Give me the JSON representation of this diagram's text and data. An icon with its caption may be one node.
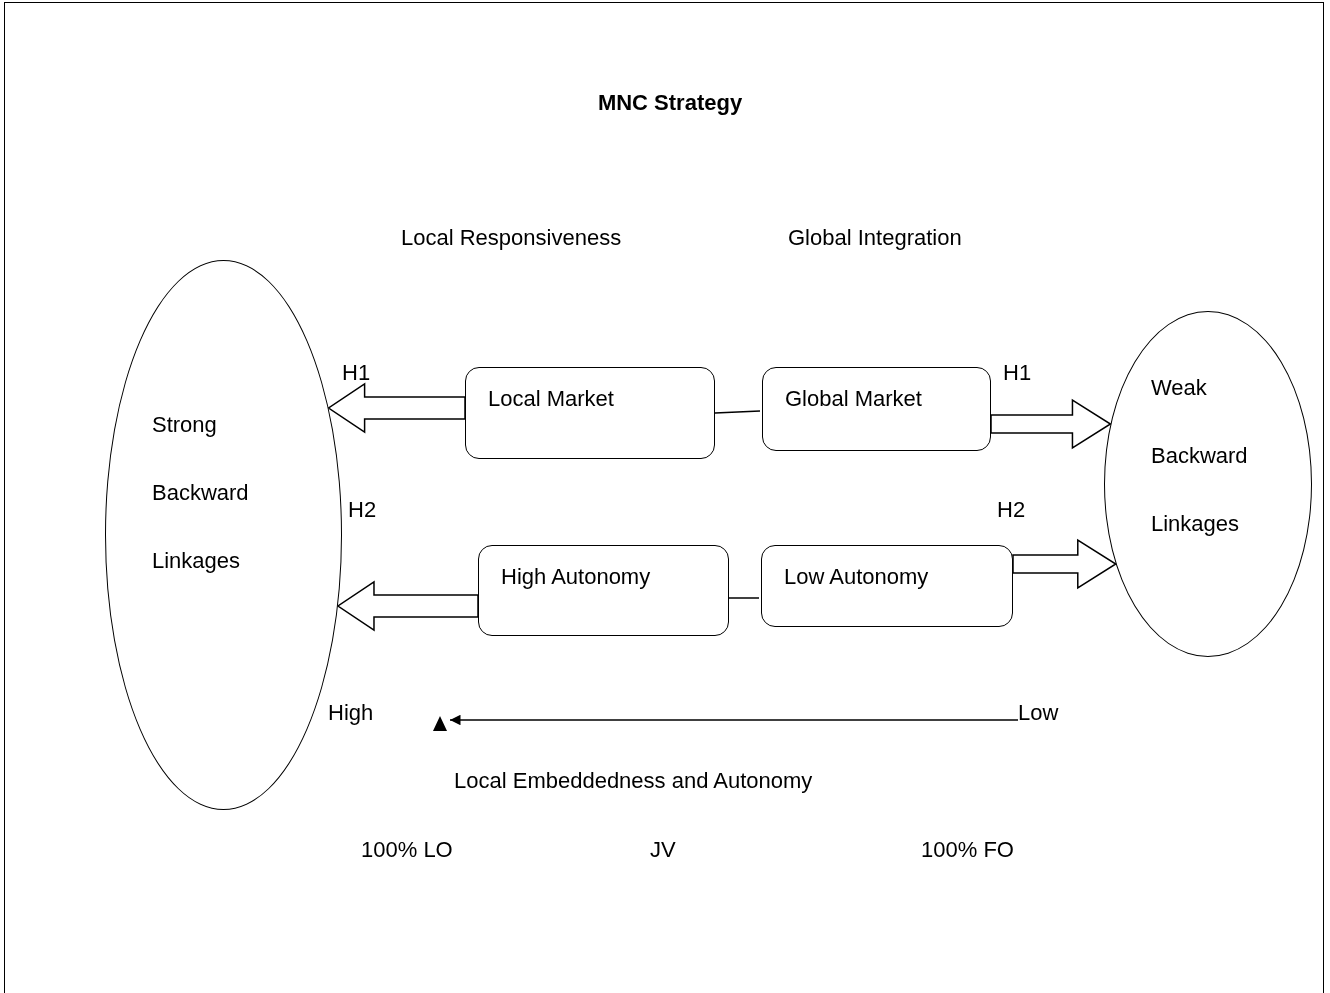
{
  "diagram": {
    "title": "MNC Strategy",
    "nodes": [
      {
        "text": [
          "Strong Backward Linkages"
        ]
      },
      {
        "text": [
          "Local Market"
        ]
      },
      {
        "text": [
          "Global Market"
        ]
      },
      {
        "text": [
          "High Autonomy"
        ]
      },
      {
        "text": [
          "Low Autonomy"
        ]
      },
      {
        "text": [
          "Weak Backward Linkages"
        ]
      },
      {
        "text": [],
        "shape": "triangle"
      },
      {
        "text": [
          "Low"
        ]
      }
    ],
    "edges": [
      {
        "from": 1,
        "to": 0,
        "arrow": "to",
        "label": "H1",
        "style": "thick"
      },
      {
        "from": 1,
        "to": 2,
        "arrow": "none"
      },
      {
        "from": 2,
        "to": 5,
        "arrow": "to",
        "label": "H1",
        "style": "thick"
      },
      {
        "from": 3,
        "to": 0,
        "arrow": "to",
        "label": "H2",
        "style": "thick"
      },
      {
        "from": 3,
        "to": 4,
        "arrow": "none"
      },
      {
        "from": 4,
        "to": 5,
        "arrow": "to",
        "label": "H2",
        "style": "thick"
      },
      {
        "from": 7,
        "to": 6,
        "arrow": "to"
      }
    ],
    "labels": [
      "Local Responsiveness",
      "Global Integration",
      "High",
      "Local Embeddedness and Autonomy",
      "100% LO",
      "JV",
      "100% FO"
    ]
  }
}
